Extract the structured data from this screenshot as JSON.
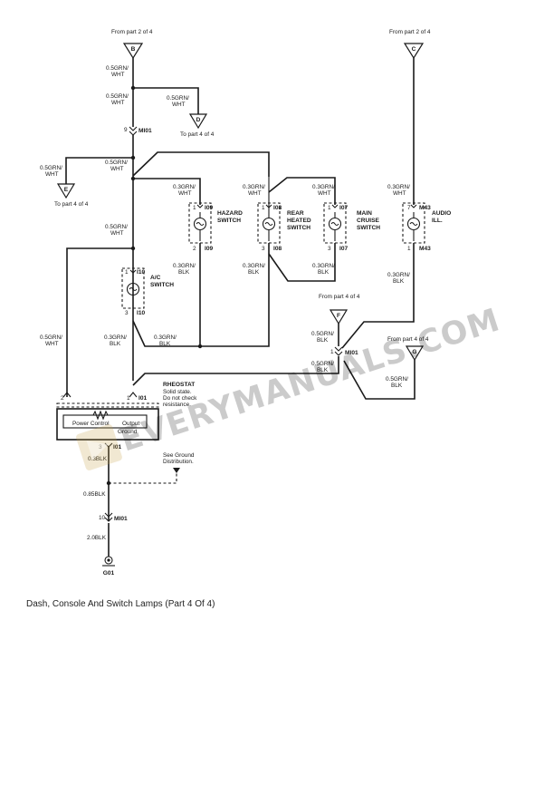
{
  "caption": "Dash, Console And Switch Lamps (Part 4 Of 4)",
  "watermark": "EVERYMANUALS.COM",
  "connectors": {
    "B": {
      "letter": "B",
      "from": "From   part 2 of 4"
    },
    "C": {
      "letter": "C",
      "from": "From   part 2 of 4"
    },
    "D": {
      "letter": "D",
      "to": "To part 4 of 4"
    },
    "E": {
      "letter": "E",
      "to": "To part 4 of 4"
    },
    "F": {
      "letter": "F",
      "from": "From  part 4 of 4"
    },
    "G": {
      "letter": "G",
      "from": "From  part 4 of 4"
    }
  },
  "wires": {
    "w1_a": "0.5GRN/",
    "w1_b": "WHT",
    "w2_a": "0.5GRN/",
    "w2_b": "WHT",
    "w3_a": "0.5GRN/",
    "w3_b": "WHT",
    "w4_a": "0.5GRN/",
    "w4_b": "WHT",
    "w5_a": "0.5GRN/",
    "w5_b": "WHT",
    "w6_a": "0.5GRN/",
    "w6_b": "WHT",
    "w7_a": "0.5GRN/",
    "w7_b": "WHT",
    "haz_top_a": "0.3GRN/",
    "haz_top_b": "WHT",
    "haz_bot_a": "0.3GRN/",
    "haz_bot_b": "BLK",
    "rear_top_a": "0.3GRN/",
    "rear_top_b": "WHT",
    "rear_bot_a": "0.3GRN/",
    "rear_bot_b": "BLK",
    "cruise_top_a": "0.3GRN/",
    "cruise_top_b": "WHT",
    "cruise_bot_a": "0.3GRN/",
    "cruise_bot_b": "BLK",
    "audio_top_a": "0.3GRN/",
    "audio_top_b": "WHT",
    "audio_bot_a": "0.3GRN/",
    "audio_bot_b": "BLK",
    "ac_bot_a": "0.3GRN/",
    "ac_bot_b": "BLK",
    "ac_right_a": "0.3GRN/",
    "ac_right_b": "BLK",
    "f_wire_a": "0.5GRN/",
    "f_wire_b": "BLK",
    "m101r_a": "0.5GRN/",
    "m101r_b": "BLK",
    "g_wire_a": "0.5GRN/",
    "g_wire_b": "BLK",
    "i01_3": "0.3BLK",
    "blk85": "0.85BLK",
    "blk20": "2.0BLK"
  },
  "components": {
    "hazard": {
      "name1": "HAZARD",
      "name2": "SWITCH",
      "conn": "I09",
      "pin_top": "1",
      "pin_bot": "2"
    },
    "rear": {
      "name1": "REAR",
      "name2": "HEATED",
      "name3": "SWITCH",
      "conn": "I08",
      "pin_top": "1",
      "pin_bot": "3"
    },
    "cruise": {
      "name1": "MAIN",
      "name2": "CRUISE",
      "name3": "SWITCH",
      "conn": "I07",
      "pin_top": "1",
      "pin_bot": "3"
    },
    "audio": {
      "name1": "AUDIO",
      "name2": "ILL.",
      "conn": "M43",
      "pin_top": "7",
      "pin_bot": "1"
    },
    "ac": {
      "name1": "A/C",
      "name2": "SWITCH",
      "conn": "I10",
      "pin_top": "1",
      "pin_bot": "3"
    },
    "rheostat": {
      "title": "RHEOSTAT",
      "note1": "Solid state.",
      "note2": "Do not check",
      "note3": "resistance.",
      "power_control": "Power Control",
      "output": "Output",
      "ground": "Ground",
      "conn": "I01",
      "pin_left": "2",
      "pin_right": "1",
      "pin_bottom": "3"
    }
  },
  "splices": {
    "m101_top": {
      "pin": "9",
      "conn": "MI01"
    },
    "m101_right": {
      "pin": "1",
      "conn": "MI01"
    },
    "m101_bottom": {
      "pin": "10",
      "conn": "MI01"
    }
  },
  "ground": {
    "id": "G01",
    "note1": "See Ground",
    "note2": "Distribution."
  }
}
